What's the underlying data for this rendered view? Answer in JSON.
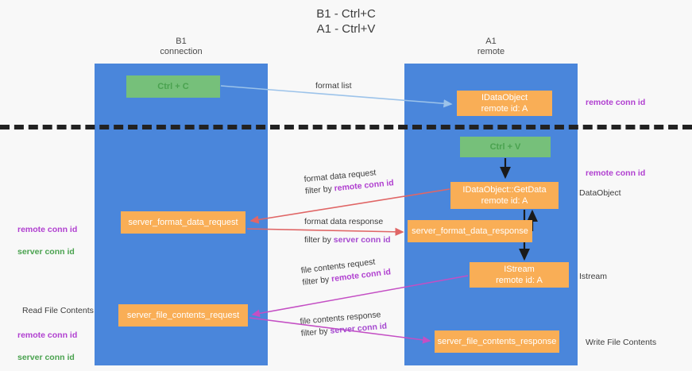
{
  "title": "B1 - Ctrl+C\nA1 - Ctrl+V",
  "columns": {
    "left": "B1\nconnection",
    "right": "A1\nremote"
  },
  "nodes": {
    "ctrl_c": {
      "label": "Ctrl + C"
    },
    "data_object": {
      "label": "IDataObject\nremote id: A"
    },
    "ctrl_v": {
      "label": "Ctrl + V"
    },
    "get_data": {
      "label": "IDataObject::GetData\nremote id: A"
    },
    "server_format_data_request": {
      "label": "server_format_data_request"
    },
    "server_format_data_response": {
      "label": "server_format_data_response"
    },
    "istream": {
      "label": "IStream\nremote id: A"
    },
    "server_file_contents_request": {
      "label": "server_file_contents_request"
    },
    "server_file_contents_response": {
      "label": "server_file_contents_response"
    }
  },
  "edges": {
    "format_list": {
      "line1": "format list"
    },
    "format_data_request": {
      "line1": "format data request",
      "line2_prefix": "filter by ",
      "line2_highlight": "remote conn id"
    },
    "format_data_response": {
      "line1": "format data response",
      "line2_prefix": "filter by ",
      "line2_highlight": "server conn id"
    },
    "file_contents_request": {
      "line1": "file contents request",
      "line2_prefix": "filter by ",
      "line2_highlight": "remote conn id"
    },
    "file_contents_response": {
      "line1": "file contents response",
      "line2_prefix": "filter by ",
      "line2_highlight": "server conn id"
    }
  },
  "side_notes": {
    "right_remote_conn_id_top": "remote conn id",
    "right_remote_conn_id_mid": "remote conn id",
    "right_data_object": "DataObject",
    "right_istream": "Istream",
    "right_write_file_contents": "Write File Contents",
    "left_remote_conn_id_mid": "remote conn id",
    "left_server_conn_id_mid": "server conn id",
    "left_read_file_contents": "Read File Contents",
    "left_remote_conn_id_bottom": "remote conn id",
    "left_server_conn_id_bottom": "server conn id"
  },
  "colors": {
    "lane": "#4a86db",
    "node_green": "#76c07a",
    "node_orange": "#f9ae56",
    "accent_purple": "#b03fd0",
    "accent_green": "#4aa24f",
    "arrow_blue": "#9cc3ea",
    "arrow_red": "#e06666",
    "arrow_magenta": "#c councils"
  }
}
